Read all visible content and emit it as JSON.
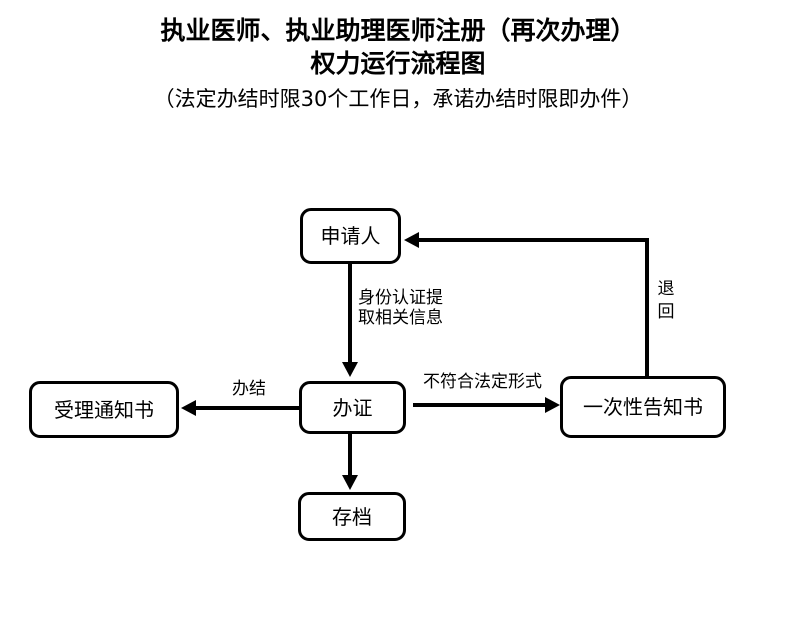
{
  "document": {
    "title_lines": [
      "执业医师、执业助理医师注册（再次办理）",
      "权力运行流程图"
    ],
    "subtitle": "（法定办结时限30个工作日，承诺办结时限即办件）"
  },
  "flowchart": {
    "nodes": [
      {
        "id": "applicant",
        "label": "申请人"
      },
      {
        "id": "acceptance-notice",
        "label": "受理通知书"
      },
      {
        "id": "process-cert",
        "label": "办证"
      },
      {
        "id": "one-time-notice",
        "label": "一次性告知书"
      },
      {
        "id": "archive",
        "label": "存档"
      }
    ],
    "edge_labels": {
      "identity_verification_line1": "身份认证提",
      "identity_verification_line2": "取相关信息",
      "completed": "办结",
      "not_conform_legal_form": "不符合法定形式",
      "return_char1": "退",
      "return_char2": "回"
    },
    "colors": {
      "stroke": "#000000",
      "fill": "#ffffff",
      "text": "#000000"
    }
  }
}
